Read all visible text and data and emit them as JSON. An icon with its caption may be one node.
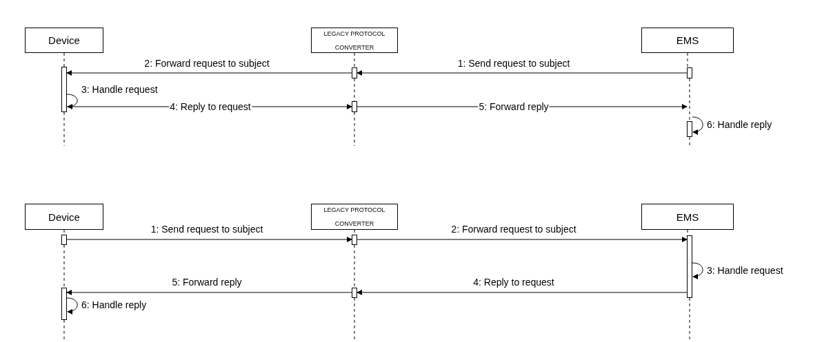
{
  "diagram": {
    "nodes": [
      {
        "text": [
          "Device"
        ]
      },
      {
        "text": [
          "LEGACY PROTOCOL CONVERTER"
        ]
      },
      {
        "text": [
          "EMS"
        ]
      },
      {
        "text": [],
        "shape": "bar"
      },
      {
        "text": [],
        "shape": "bar"
      },
      {
        "text": [],
        "shape": "bar"
      },
      {
        "text": [],
        "shape": "bar"
      },
      {
        "text": [],
        "shape": "bar"
      },
      {
        "text": [
          "Device"
        ]
      },
      {
        "text": [
          "LEGACY PROTOCOL CONVERTER"
        ]
      },
      {
        "text": [
          "EMS"
        ]
      },
      {
        "text": [],
        "shape": "bar"
      },
      {
        "text": [],
        "shape": "bar"
      },
      {
        "text": [],
        "shape": "bar"
      },
      {
        "text": [],
        "shape": "bar"
      },
      {
        "text": [],
        "shape": "bar"
      }
    ],
    "edges": [
      {
        "from": 0,
        "to": 3,
        "arrow": "none",
        "style": "dashed"
      },
      {
        "from": 3,
        "to": null,
        "arrow": "none",
        "style": "dashed"
      },
      {
        "from": 1,
        "to": 4,
        "arrow": "none",
        "style": "dashed"
      },
      {
        "from": 4,
        "to": 5,
        "arrow": "none",
        "style": "dashed"
      },
      {
        "from": 5,
        "to": null,
        "arrow": "none",
        "style": "dashed"
      },
      {
        "from": 2,
        "to": 6,
        "arrow": "none",
        "style": "dashed"
      },
      {
        "from": 6,
        "to": 7,
        "arrow": "none",
        "style": "dashed"
      },
      {
        "from": 7,
        "to": null,
        "arrow": "none",
        "style": "dashed"
      },
      {
        "from": 6,
        "to": 4,
        "arrow": "to",
        "label": "1: Send request to subject"
      },
      {
        "from": 4,
        "to": 3,
        "arrow": "to",
        "label": "2: Forward request to subject"
      },
      {
        "from": 3,
        "to": 3,
        "arrow": "to",
        "label": "3: Handle request"
      },
      {
        "from": 3,
        "to": 5,
        "arrow": "to",
        "label": "4: Reply to request"
      },
      {
        "from": 5,
        "to": 7,
        "arrow": "to",
        "label": "5: Forward reply"
      },
      {
        "from": 7,
        "to": 7,
        "arrow": "to",
        "label": "6: Handle reply"
      },
      {
        "from": 8,
        "to": 11,
        "arrow": "none",
        "style": "dashed"
      },
      {
        "from": 11,
        "to": 15,
        "arrow": "none",
        "style": "dashed"
      },
      {
        "from": 15,
        "to": null,
        "arrow": "none",
        "style": "dashed"
      },
      {
        "from": 9,
        "to": 12,
        "arrow": "none",
        "style": "dashed"
      },
      {
        "from": 12,
        "to": 14,
        "arrow": "none",
        "style": "dashed"
      },
      {
        "from": 14,
        "to": null,
        "arrow": "none",
        "style": "dashed"
      },
      {
        "from": 10,
        "to": 13,
        "arrow": "none",
        "style": "dashed"
      },
      {
        "from": 13,
        "to": null,
        "arrow": "none",
        "style": "dashed"
      },
      {
        "from": 11,
        "to": 12,
        "arrow": "to",
        "label": "1: Send request to subject"
      },
      {
        "from": 12,
        "to": 13,
        "arrow": "to",
        "label": "2: Forward request to subject"
      },
      {
        "from": 13,
        "to": 13,
        "arrow": "to",
        "label": "3: Handle request"
      },
      {
        "from": 13,
        "to": 14,
        "arrow": "to",
        "label": "4: Reply to request"
      },
      {
        "from": 14,
        "to": 15,
        "arrow": "to",
        "label": "5: Forward reply"
      },
      {
        "from": 15,
        "to": 15,
        "arrow": "to",
        "label": "6: Handle reply"
      }
    ]
  }
}
